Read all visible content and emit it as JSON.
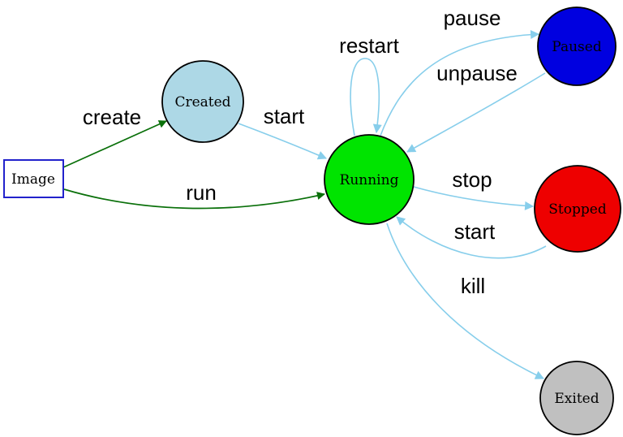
{
  "diagram": {
    "type": "state-diagram",
    "subject": "container lifecycle states",
    "background": "#ffffff",
    "nodes": [
      {
        "id": "image",
        "label": "Image",
        "shape": "rectangle",
        "fill": "#ffffff",
        "stroke": "#2222cc"
      },
      {
        "id": "created",
        "label": "Created",
        "shape": "circle",
        "fill": "#add8e6",
        "stroke": "#000000"
      },
      {
        "id": "running",
        "label": "Running",
        "shape": "circle",
        "fill": "#00e400",
        "stroke": "#000000"
      },
      {
        "id": "paused",
        "label": "Paused",
        "shape": "circle",
        "fill": "#0000e0",
        "stroke": "#000000"
      },
      {
        "id": "stopped",
        "label": "Stopped",
        "shape": "circle",
        "fill": "#ee0000",
        "stroke": "#000000"
      },
      {
        "id": "exited",
        "label": "Exited",
        "shape": "circle",
        "fill": "#c0c0c0",
        "stroke": "#000000"
      }
    ],
    "edges": [
      {
        "label": "create",
        "from": "Image",
        "to": "Created",
        "color": "#0a700a"
      },
      {
        "label": "run",
        "from": "Image",
        "to": "Running",
        "color": "#0a700a"
      },
      {
        "label": "start",
        "from": "Created",
        "to": "Running",
        "color": "#87ceeb"
      },
      {
        "label": "restart",
        "from": "Running",
        "to": "Running",
        "color": "#87ceeb"
      },
      {
        "label": "pause",
        "from": "Running",
        "to": "Paused",
        "color": "#87ceeb"
      },
      {
        "label": "unpause",
        "from": "Paused",
        "to": "Running",
        "color": "#87ceeb"
      },
      {
        "label": "stop",
        "from": "Running",
        "to": "Stopped",
        "color": "#87ceeb"
      },
      {
        "label": "start",
        "from": "Stopped",
        "to": "Running",
        "color": "#87ceeb"
      },
      {
        "label": "kill",
        "from": "Running",
        "to": "Exited",
        "color": "#87ceeb"
      }
    ]
  }
}
